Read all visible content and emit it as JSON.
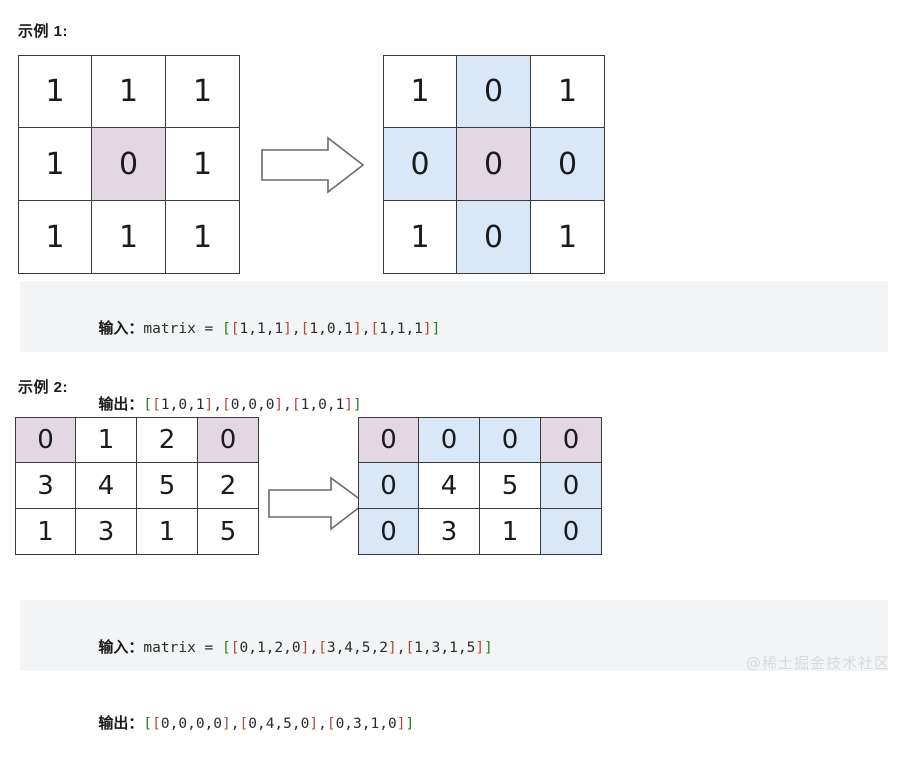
{
  "page": {
    "watermark": "@稀土掘金技术社区",
    "background": "#ffffff",
    "code_bg": "#f2f4f5",
    "pink_highlight": "#e4d7e4",
    "blue_highlight": "#dae7f7",
    "grid_border": "#3a3a3a",
    "arrow_stroke": "#6b6b6b"
  },
  "examples": [
    {
      "title": "示例 1:",
      "arrow_icon": "right-arrow-icon",
      "input_matrix": {
        "rows": 3,
        "cols": 3,
        "cells": [
          [
            {
              "v": "1",
              "hl": "none"
            },
            {
              "v": "1",
              "hl": "none"
            },
            {
              "v": "1",
              "hl": "none"
            }
          ],
          [
            {
              "v": "1",
              "hl": "none"
            },
            {
              "v": "0",
              "hl": "pink"
            },
            {
              "v": "1",
              "hl": "none"
            }
          ],
          [
            {
              "v": "1",
              "hl": "none"
            },
            {
              "v": "1",
              "hl": "none"
            },
            {
              "v": "1",
              "hl": "none"
            }
          ]
        ]
      },
      "output_matrix": {
        "rows": 3,
        "cols": 3,
        "cells": [
          [
            {
              "v": "1",
              "hl": "none"
            },
            {
              "v": "0",
              "hl": "blue"
            },
            {
              "v": "1",
              "hl": "none"
            }
          ],
          [
            {
              "v": "0",
              "hl": "blue"
            },
            {
              "v": "0",
              "hl": "pink"
            },
            {
              "v": "0",
              "hl": "blue"
            }
          ],
          [
            {
              "v": "1",
              "hl": "none"
            },
            {
              "v": "0",
              "hl": "blue"
            },
            {
              "v": "1",
              "hl": "none"
            }
          ]
        ]
      },
      "code": {
        "input_label": "输入：",
        "input_value": "matrix = [[1,1,1],[1,0,1],[1,1,1]]",
        "output_label": "输出：",
        "output_value": "[[1,0,1],[0,0,0],[1,0,1]]"
      }
    },
    {
      "title": "示例 2:",
      "arrow_icon": "right-arrow-icon",
      "input_matrix": {
        "rows": 3,
        "cols": 4,
        "cells": [
          [
            {
              "v": "0",
              "hl": "pink"
            },
            {
              "v": "1",
              "hl": "none"
            },
            {
              "v": "2",
              "hl": "none"
            },
            {
              "v": "0",
              "hl": "pink"
            }
          ],
          [
            {
              "v": "3",
              "hl": "none"
            },
            {
              "v": "4",
              "hl": "none"
            },
            {
              "v": "5",
              "hl": "none"
            },
            {
              "v": "2",
              "hl": "none"
            }
          ],
          [
            {
              "v": "1",
              "hl": "none"
            },
            {
              "v": "3",
              "hl": "none"
            },
            {
              "v": "1",
              "hl": "none"
            },
            {
              "v": "5",
              "hl": "none"
            }
          ]
        ]
      },
      "output_matrix": {
        "rows": 3,
        "cols": 4,
        "cells": [
          [
            {
              "v": "0",
              "hl": "pink"
            },
            {
              "v": "0",
              "hl": "blue"
            },
            {
              "v": "0",
              "hl": "blue"
            },
            {
              "v": "0",
              "hl": "pink"
            }
          ],
          [
            {
              "v": "0",
              "hl": "blue"
            },
            {
              "v": "4",
              "hl": "none"
            },
            {
              "v": "5",
              "hl": "none"
            },
            {
              "v": "0",
              "hl": "blue"
            }
          ],
          [
            {
              "v": "0",
              "hl": "blue"
            },
            {
              "v": "3",
              "hl": "none"
            },
            {
              "v": "1",
              "hl": "none"
            },
            {
              "v": "0",
              "hl": "blue"
            }
          ]
        ]
      },
      "code": {
        "input_label": "输入：",
        "input_value": "matrix = [[0,1,2,0],[3,4,5,2],[1,3,1,5]]",
        "output_label": "输出：",
        "output_value": "[[0,0,0,0],[0,4,5,0],[0,3,1,0]]"
      }
    }
  ]
}
